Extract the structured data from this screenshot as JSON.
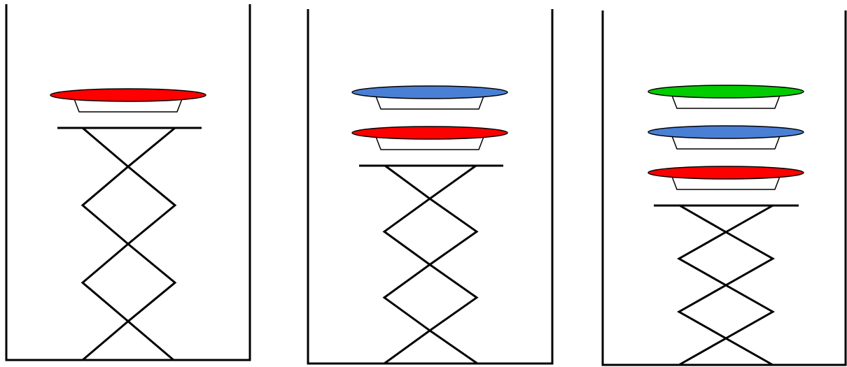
{
  "diagram": {
    "style": {
      "line_color": "#000000",
      "background": "#ffffff",
      "support_fill": "#ffffff"
    },
    "stacks": [
      {
        "id": "stack-1",
        "plate_count": 1,
        "plates_bottom_to_top": [
          {
            "color_name": "red",
            "fill": "#ff0000"
          }
        ]
      },
      {
        "id": "stack-2",
        "plate_count": 2,
        "plates_bottom_to_top": [
          {
            "color_name": "red",
            "fill": "#ff0000"
          },
          {
            "color_name": "blue",
            "fill": "#4a7fd6"
          }
        ]
      },
      {
        "id": "stack-3",
        "plate_count": 3,
        "plates_bottom_to_top": [
          {
            "color_name": "red",
            "fill": "#ff0000"
          },
          {
            "color_name": "blue",
            "fill": "#4a7fd6"
          },
          {
            "color_name": "green",
            "fill": "#00cc00"
          }
        ]
      }
    ]
  }
}
